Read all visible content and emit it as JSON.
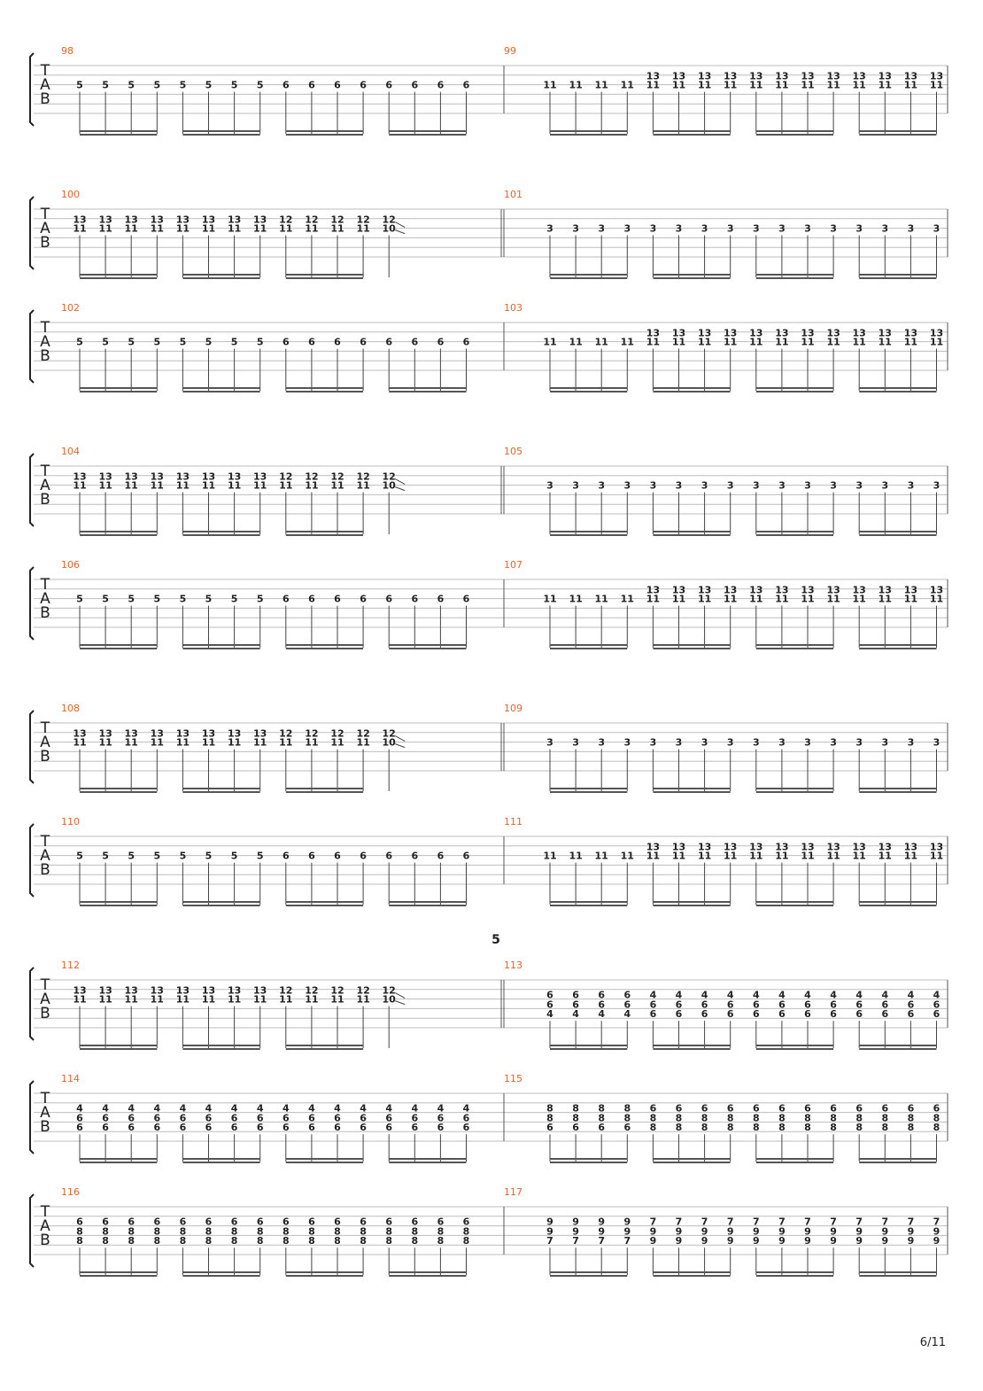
{
  "page_number": "6/11",
  "tab_clef": [
    "T",
    "A",
    "B"
  ],
  "colors": {
    "measure_number": "#e8632b",
    "ink": "#222222",
    "staff_line": "#bdbdbd"
  },
  "patterns": {
    "A": [
      [
        [
          "5"
        ],
        [
          "5"
        ],
        [
          "5"
        ],
        [
          "5"
        ],
        [
          "5"
        ],
        [
          "5"
        ],
        [
          "5"
        ],
        [
          "5"
        ],
        [
          "6"
        ],
        [
          "6"
        ],
        [
          "6"
        ],
        [
          "6"
        ],
        [
          "6"
        ],
        [
          "6"
        ],
        [
          "6"
        ],
        [
          "6"
        ]
      ]
    ],
    "B": [
      [
        [
          "11"
        ],
        [
          "11"
        ],
        [
          "11"
        ],
        [
          "11"
        ],
        [
          "13",
          "11"
        ],
        [
          "13",
          "11"
        ],
        [
          "13",
          "11"
        ],
        [
          "13",
          "11"
        ],
        [
          "13",
          "11"
        ],
        [
          "13",
          "11"
        ],
        [
          "13",
          "11"
        ],
        [
          "13",
          "11"
        ],
        [
          "13",
          "11"
        ],
        [
          "13",
          "11"
        ],
        [
          "13",
          "11"
        ],
        [
          "13",
          "11"
        ]
      ]
    ],
    "C": [
      [
        [
          "13",
          "11"
        ],
        [
          "13",
          "11"
        ],
        [
          "13",
          "11"
        ],
        [
          "13",
          "11"
        ],
        [
          "13",
          "11"
        ],
        [
          "13",
          "11"
        ],
        [
          "13",
          "11"
        ],
        [
          "13",
          "11"
        ],
        [
          "12",
          "11"
        ],
        [
          "12",
          "11"
        ],
        [
          "12",
          "11"
        ],
        [
          "12",
          "11"
        ],
        [
          "12",
          "10"
        ]
      ]
    ],
    "D": [
      [
        [
          "3"
        ],
        [
          "3"
        ],
        [
          "3"
        ],
        [
          "3"
        ],
        [
          "3"
        ],
        [
          "3"
        ],
        [
          "3"
        ],
        [
          "3"
        ],
        [
          "3"
        ],
        [
          "3"
        ],
        [
          "3"
        ],
        [
          "3"
        ],
        [
          "3"
        ],
        [
          "3"
        ],
        [
          "3"
        ],
        [
          "3"
        ]
      ]
    ]
  },
  "systems": [
    {
      "measures": [
        {
          "number": "98",
          "pattern": "A"
        },
        {
          "number": "99",
          "pattern": "B"
        }
      ]
    },
    {
      "measures": [
        {
          "number": "100",
          "pattern": "C"
        },
        {
          "number": "101",
          "pattern": "D"
        }
      ]
    },
    {
      "measures": [
        {
          "number": "102",
          "pattern": "A"
        },
        {
          "number": "103",
          "pattern": "B"
        }
      ]
    },
    {
      "measures": [
        {
          "number": "104",
          "pattern": "C"
        },
        {
          "number": "105",
          "pattern": "D"
        }
      ]
    },
    {
      "measures": [
        {
          "number": "106",
          "pattern": "A"
        },
        {
          "number": "107",
          "pattern": "B"
        }
      ]
    },
    {
      "measures": [
        {
          "number": "108",
          "pattern": "C"
        },
        {
          "number": "109",
          "pattern": "D"
        }
      ]
    },
    {
      "measures": [
        {
          "number": "110",
          "pattern": "A"
        },
        {
          "number": "111",
          "pattern": "B"
        }
      ]
    },
    {
      "section_marker": "5",
      "measures": [
        {
          "number": "112",
          "pattern": "C"
        },
        {
          "number": "113",
          "chords": [
            [
              "6",
              "6",
              "4"
            ],
            [
              "6",
              "6",
              "4"
            ],
            [
              "6",
              "6",
              "4"
            ],
            [
              "6",
              "6",
              "4"
            ],
            [
              "4",
              "6",
              "6"
            ],
            [
              "4",
              "6",
              "6"
            ],
            [
              "4",
              "6",
              "6"
            ],
            [
              "4",
              "6",
              "6"
            ],
            [
              "4",
              "6",
              "6"
            ],
            [
              "4",
              "6",
              "6"
            ],
            [
              "4",
              "6",
              "6"
            ],
            [
              "4",
              "6",
              "6"
            ],
            [
              "4",
              "6",
              "6"
            ],
            [
              "4",
              "6",
              "6"
            ],
            [
              "4",
              "6",
              "6"
            ],
            [
              "4",
              "6",
              "6"
            ]
          ]
        }
      ]
    },
    {
      "measures": [
        {
          "number": "114",
          "chords": [
            [
              "4",
              "6",
              "6"
            ],
            [
              "4",
              "6",
              "6"
            ],
            [
              "4",
              "6",
              "6"
            ],
            [
              "4",
              "6",
              "6"
            ],
            [
              "4",
              "6",
              "6"
            ],
            [
              "4",
              "6",
              "6"
            ],
            [
              "4",
              "6",
              "6"
            ],
            [
              "4",
              "6",
              "6"
            ],
            [
              "4",
              "6",
              "6"
            ],
            [
              "4",
              "6",
              "6"
            ],
            [
              "4",
              "6",
              "6"
            ],
            [
              "4",
              "6",
              "6"
            ],
            [
              "4",
              "6",
              "6"
            ],
            [
              "4",
              "6",
              "6"
            ],
            [
              "4",
              "6",
              "6"
            ],
            [
              "4",
              "6",
              "6"
            ]
          ]
        },
        {
          "number": "115",
          "chords": [
            [
              "8",
              "8",
              "6"
            ],
            [
              "8",
              "8",
              "6"
            ],
            [
              "8",
              "8",
              "6"
            ],
            [
              "8",
              "8",
              "6"
            ],
            [
              "6",
              "8",
              "8"
            ],
            [
              "6",
              "8",
              "8"
            ],
            [
              "6",
              "8",
              "8"
            ],
            [
              "6",
              "8",
              "8"
            ],
            [
              "6",
              "8",
              "8"
            ],
            [
              "6",
              "8",
              "8"
            ],
            [
              "6",
              "8",
              "8"
            ],
            [
              "6",
              "8",
              "8"
            ],
            [
              "6",
              "8",
              "8"
            ],
            [
              "6",
              "8",
              "8"
            ],
            [
              "6",
              "8",
              "8"
            ],
            [
              "6",
              "8",
              "8"
            ]
          ]
        }
      ]
    },
    {
      "measures": [
        {
          "number": "116",
          "chords": [
            [
              "6",
              "8",
              "8"
            ],
            [
              "6",
              "8",
              "8"
            ],
            [
              "6",
              "8",
              "8"
            ],
            [
              "6",
              "8",
              "8"
            ],
            [
              "6",
              "8",
              "8"
            ],
            [
              "6",
              "8",
              "8"
            ],
            [
              "6",
              "8",
              "8"
            ],
            [
              "6",
              "8",
              "8"
            ],
            [
              "6",
              "8",
              "8"
            ],
            [
              "6",
              "8",
              "8"
            ],
            [
              "6",
              "8",
              "8"
            ],
            [
              "6",
              "8",
              "8"
            ],
            [
              "6",
              "8",
              "8"
            ],
            [
              "6",
              "8",
              "8"
            ],
            [
              "6",
              "8",
              "8"
            ],
            [
              "6",
              "8",
              "8"
            ]
          ]
        },
        {
          "number": "117",
          "chords": [
            [
              "9",
              "9",
              "7"
            ],
            [
              "9",
              "9",
              "7"
            ],
            [
              "9",
              "9",
              "7"
            ],
            [
              "9",
              "9",
              "7"
            ],
            [
              "7",
              "9",
              "9"
            ],
            [
              "7",
              "9",
              "9"
            ],
            [
              "7",
              "9",
              "9"
            ],
            [
              "7",
              "9",
              "9"
            ],
            [
              "7",
              "9",
              "9"
            ],
            [
              "7",
              "9",
              "9"
            ],
            [
              "7",
              "9",
              "9"
            ],
            [
              "7",
              "9",
              "9"
            ],
            [
              "7",
              "9",
              "9"
            ],
            [
              "7",
              "9",
              "9"
            ],
            [
              "7",
              "9",
              "9"
            ],
            [
              "7",
              "9",
              "9"
            ]
          ]
        }
      ]
    }
  ]
}
